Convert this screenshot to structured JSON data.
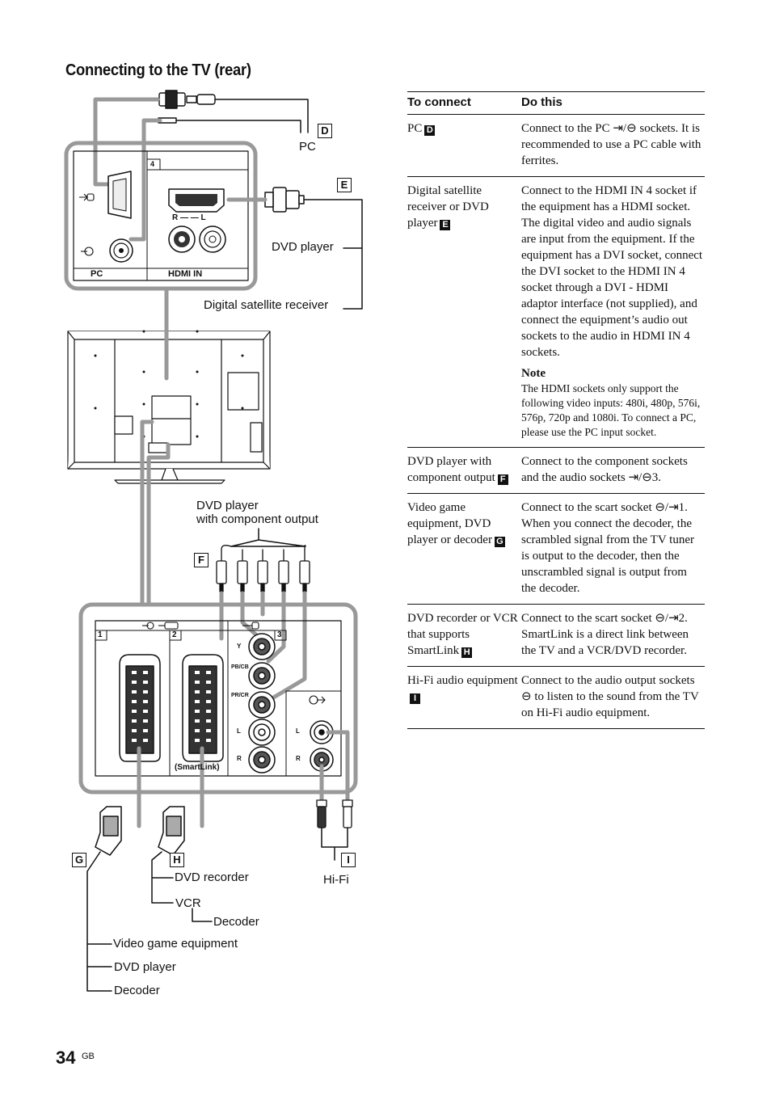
{
  "heading": "Connecting to the TV (rear)",
  "diagram": {
    "labels": {
      "pc": "PC",
      "dvd_player_hdmi": "DVD player",
      "digital_satellite_receiver": "Digital satellite receiver",
      "dvd_component_line1": "DVD player",
      "dvd_component_line2": "with component output",
      "dvd_recorder": "DVD recorder",
      "vcr": "VCR",
      "decoder_h": "Decoder",
      "hifi": "Hi-Fi",
      "video_game_equipment": "Video game equipment",
      "dvd_player_g": "DVD player",
      "decoder_g": "Decoder"
    },
    "badges": {
      "d": "D",
      "e": "E",
      "f": "F",
      "g": "G",
      "h": "H",
      "i": "I"
    },
    "panel_text": {
      "pc_panel": "PC",
      "hdmi_in": "HDMI IN",
      "hdmi_num": "4",
      "rl": "R — — L",
      "scart1": "1",
      "scart2": "2",
      "comp3": "3",
      "smartlink": "(SmartLink)",
      "y": "Y",
      "pb": "PB/CB",
      "pr": "PR/CR",
      "l": "L",
      "r": "R"
    }
  },
  "table": {
    "headers": {
      "col1": "To connect",
      "col2": "Do this"
    },
    "rows": [
      {
        "to": "PC",
        "badge": "D",
        "do": "Connect to the PC ⇥/⊖ sockets. It is recommended to use a PC cable with ferrites."
      },
      {
        "to": "Digital satellite receiver or DVD player",
        "badge": "E",
        "do": "Connect to the HDMI IN 4 socket if the equipment has a HDMI socket. The digital video and audio signals are input from the equipment. If the equipment has a DVI socket, connect the DVI socket to the HDMI IN 4 socket through a DVI - HDMI adaptor interface (not supplied), and connect the equipment’s audio out sockets to the audio in HDMI IN 4 sockets.",
        "note_heading": "Note",
        "note": "The HDMI sockets only support the following video inputs: 480i, 480p, 576i, 576p, 720p and 1080i. To connect a PC, please use the PC input socket."
      },
      {
        "to": "DVD player with component output",
        "badge": "F",
        "do": "Connect to the component sockets and the audio sockets ⇥/⊖3."
      },
      {
        "to": "Video game equipment, DVD player or decoder",
        "badge": "G",
        "do": "Connect to the scart socket ⊖/⇥1. When you connect the decoder, the scrambled signal from the TV tuner is output to the decoder, then the unscrambled signal is output from the decoder."
      },
      {
        "to": "DVD recorder or VCR that supports SmartLink",
        "badge": "H",
        "do": "Connect to the scart socket ⊖/⇥2. SmartLink is a direct link between the TV and a VCR/DVD recorder."
      },
      {
        "to": "Hi-Fi audio equipment",
        "badge": "I",
        "do": "Connect to the audio output sockets ⊖ to listen to the sound from the TV on Hi-Fi audio equipment."
      }
    ]
  },
  "footer": {
    "page_number": "34",
    "suffix": "GB"
  }
}
